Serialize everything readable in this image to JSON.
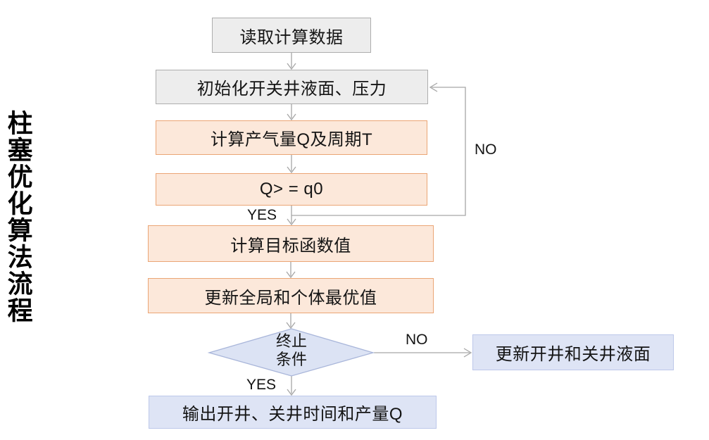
{
  "title": "柱塞优化算法流程",
  "nodes": [
    {
      "id": "read-data",
      "label": "读取计算数据",
      "shape": "rect",
      "scheme": "gray"
    },
    {
      "id": "init-levels",
      "label": "初始化开关井液面、压力",
      "shape": "rect",
      "scheme": "gray"
    },
    {
      "id": "calc-q-t",
      "label": "计算产气量Q及周期T",
      "shape": "rect",
      "scheme": "orange"
    },
    {
      "id": "condition-q",
      "label": "Q> = q0",
      "shape": "rect",
      "scheme": "orange"
    },
    {
      "id": "calc-objective",
      "label": "计算目标函数值",
      "shape": "rect",
      "scheme": "orange"
    },
    {
      "id": "update-best",
      "label": "更新全局和个体最优值",
      "shape": "rect",
      "scheme": "orange"
    },
    {
      "id": "terminate",
      "line1": "终止",
      "line2": "条件",
      "shape": "diamond",
      "scheme": "blue"
    },
    {
      "id": "output",
      "label": "输出开井、关井时间和产量Q",
      "shape": "rect",
      "scheme": "blue"
    },
    {
      "id": "update-liquid",
      "label": "更新开井和关井液面",
      "shape": "rect",
      "scheme": "blue"
    }
  ],
  "edge_labels": {
    "no_loop_top": "NO",
    "yes_after_condition": "YES",
    "no_right_of_diamond": "NO",
    "yes_below_diamond": "YES"
  },
  "colors": {
    "gray_fill": "#EDEDED",
    "gray_border": "#ADADAD",
    "orange_fill": "#FCE8DA",
    "orange_border": "#EBA575",
    "blue_fill": "#DEE4F5",
    "blue_border": "#BDC8EA",
    "diamond_fill": "#DCE3F4",
    "diamond_border": "#A9B6DA",
    "arrow": "#A6A6A6",
    "text": "#141414"
  }
}
